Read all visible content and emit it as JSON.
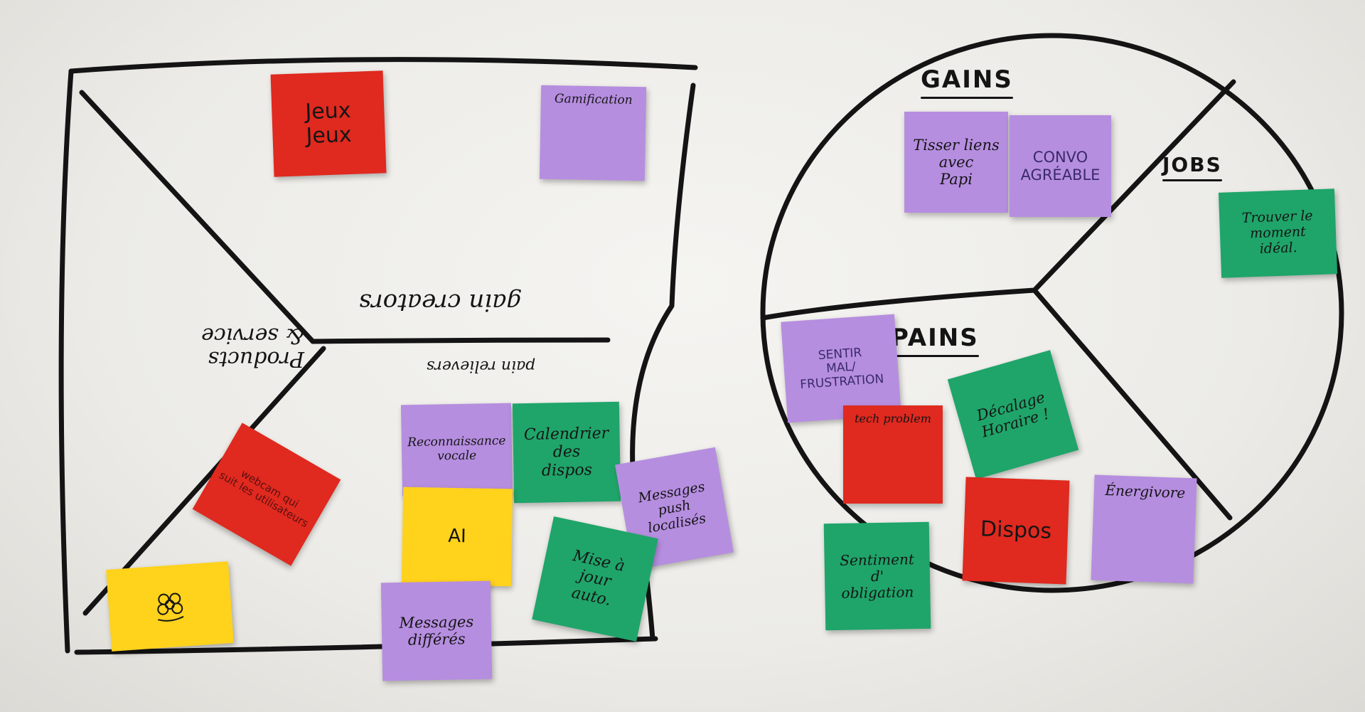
{
  "colors": {
    "red": "#e0291f",
    "purple": "#b68ee0",
    "green": "#1fa56a",
    "yellow": "#ffd21c",
    "marker": "#141414"
  },
  "board_labels": {
    "gain_creators": "gain creators",
    "products_service": "Products & service",
    "pain_relievers": "pain relievers",
    "gains": "GAINS",
    "jobs": "JOBS",
    "pains": "PAINS"
  },
  "notes": {
    "jeux": {
      "text": "Jeux\nJeux",
      "color": "red"
    },
    "gamification": {
      "text": "Gamification",
      "color": "purple"
    },
    "webcam": {
      "text": "webcam qui\nsuit les utilisateurs",
      "color": "red"
    },
    "reconnaissance": {
      "text": "Reconnaissance\nvocale",
      "color": "purple"
    },
    "calendrier": {
      "text": "Calendrier\ndes\ndispos",
      "color": "green"
    },
    "messages_push": {
      "text": "Messages\npush\nlocalisés",
      "color": "purple"
    },
    "ai": {
      "text": "AI",
      "color": "yellow"
    },
    "mise_a_jour": {
      "text": "Mise à\njour\nauto.",
      "color": "green"
    },
    "messages_differes": {
      "text": "Messages\ndifférés",
      "color": "purple"
    },
    "flower": {
      "icon": "flower-doodle-icon",
      "color": "yellow"
    },
    "tisser": {
      "text": "Tisser liens\navec\nPapi",
      "color": "purple"
    },
    "convo": {
      "text": "CONVO\nAGRÉABLE",
      "color": "purple"
    },
    "trouver": {
      "text": "Trouver le\nmoment\nidéal.",
      "color": "green"
    },
    "sentir": {
      "text": "SENTIR\nMAL/\nFRUSTRATION",
      "color": "purple"
    },
    "tech": {
      "text": "tech problem",
      "color": "red"
    },
    "decalage": {
      "text": "Décalage\nHoraire !",
      "color": "green"
    },
    "dispos": {
      "text": "Dispos",
      "color": "red"
    },
    "energivore": {
      "text": "Énergivore",
      "color": "purple"
    },
    "sentiment": {
      "text": "Sentiment\nd'\nobligation",
      "color": "green"
    }
  }
}
